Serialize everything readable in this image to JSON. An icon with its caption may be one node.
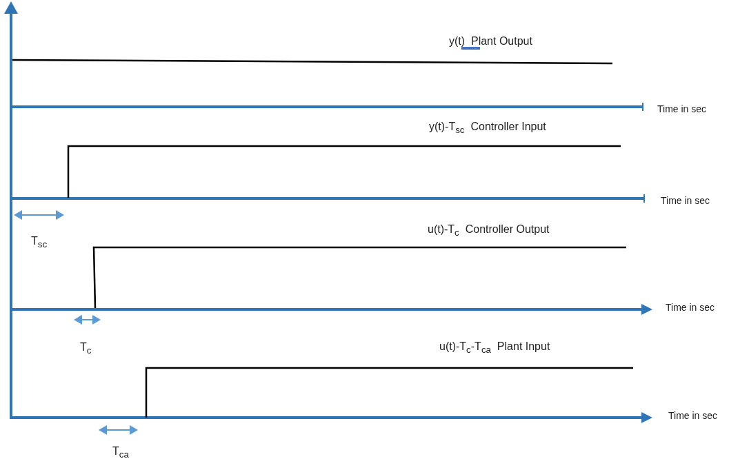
{
  "diagram": {
    "labels": [
      "y(t)  Plant Output",
      "Time in sec",
      "y(t)-T$_{sc}$  Controller Input",
      "Time in sec",
      "T$_{sc}$",
      "u(t)-T$_{c}$  Controller Output",
      "Time in sec",
      "T$_{c}$",
      "u(t)-T$_{c}$-T$_{ca}$  Plant Input",
      "Time in sec",
      "T$_{ca}$"
    ]
  }
}
